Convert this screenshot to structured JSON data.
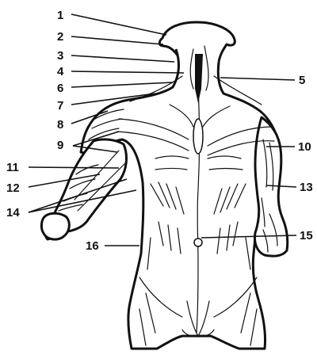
{
  "figure": {
    "subject": "posterior torso muscle anatomy line drawing",
    "labels": [
      {
        "id": "l1",
        "text": "1"
      },
      {
        "id": "l2",
        "text": "2"
      },
      {
        "id": "l3",
        "text": "3"
      },
      {
        "id": "l4",
        "text": "4"
      },
      {
        "id": "l5",
        "text": "5"
      },
      {
        "id": "l6",
        "text": "6"
      },
      {
        "id": "l7",
        "text": "7"
      },
      {
        "id": "l8",
        "text": "8"
      },
      {
        "id": "l9",
        "text": "9"
      },
      {
        "id": "l10",
        "text": "10"
      },
      {
        "id": "l11",
        "text": "11"
      },
      {
        "id": "l12",
        "text": "12"
      },
      {
        "id": "l13",
        "text": "13"
      },
      {
        "id": "l14",
        "text": "14"
      },
      {
        "id": "l15",
        "text": "15"
      },
      {
        "id": "l16",
        "text": "16"
      }
    ],
    "colors": {
      "ink": "#111111",
      "background": "#ffffff"
    }
  }
}
